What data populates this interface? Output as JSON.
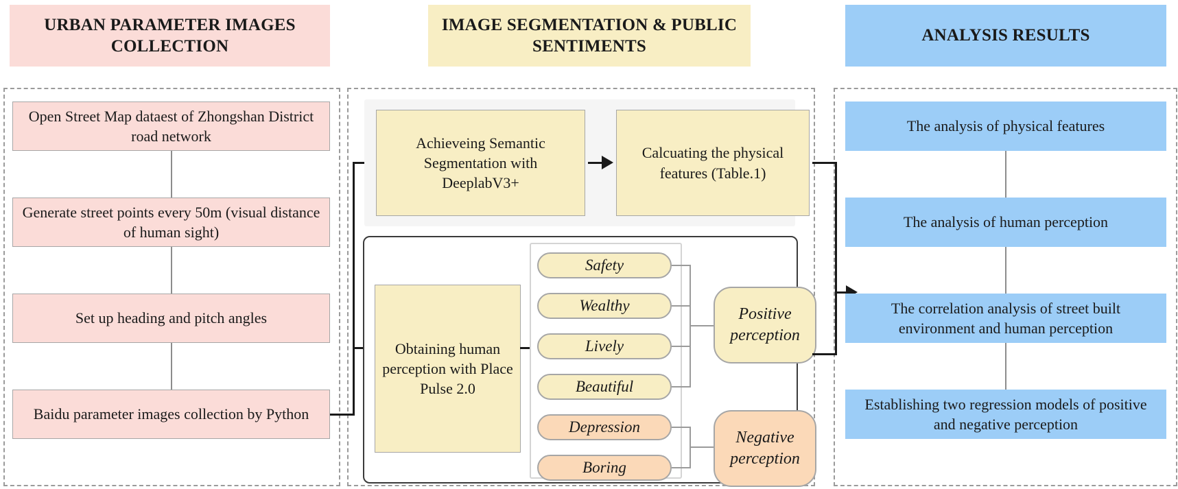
{
  "banners": {
    "left": "URBAN PARAMETER IMAGES COLLECTION",
    "mid": "IMAGE SEGMENTATION & PUBLIC SENTIMENTS",
    "right": "ANALYSIS RESULTS"
  },
  "left_column": {
    "steps": [
      "Open Street Map dataest of Zhongshan District road network",
      "Generate street points every 50m (visual distance of human sight)",
      "Set up heading and pitch angles",
      "Baidu parameter images collection by Python"
    ]
  },
  "mid_column": {
    "segmentation": [
      "Achieveing Semantic Segmentation with DeeplabV3+",
      "Calcuating the physical features (Table.1)"
    ],
    "perception_source": "Obtaining human perception with Place Pulse 2.0",
    "attributes": [
      {
        "label": "Safety",
        "tone": "positive"
      },
      {
        "label": "Wealthy",
        "tone": "positive"
      },
      {
        "label": "Lively",
        "tone": "positive"
      },
      {
        "label": "Beautiful",
        "tone": "positive"
      },
      {
        "label": "Depression",
        "tone": "negative"
      },
      {
        "label": "Boring",
        "tone": "negative"
      }
    ],
    "aggregates": [
      {
        "label": "Positive perception",
        "tone": "positive"
      },
      {
        "label": "Negative perception",
        "tone": "negative"
      }
    ]
  },
  "right_column": {
    "results": [
      "The analysis of physical features",
      "The analysis of human perception",
      "The correlation analysis of street built environment and human perception",
      "Establishing two regression models of positive and negative perception"
    ]
  },
  "colors": {
    "pink": "#fbdcd8",
    "yellow": "#f8eec4",
    "blue": "#9ccdf7",
    "orange": "#fbd9b8",
    "line": "#8c8c8c",
    "arrow": "#1a1a1a",
    "dashed": "#9a9a9a"
  }
}
